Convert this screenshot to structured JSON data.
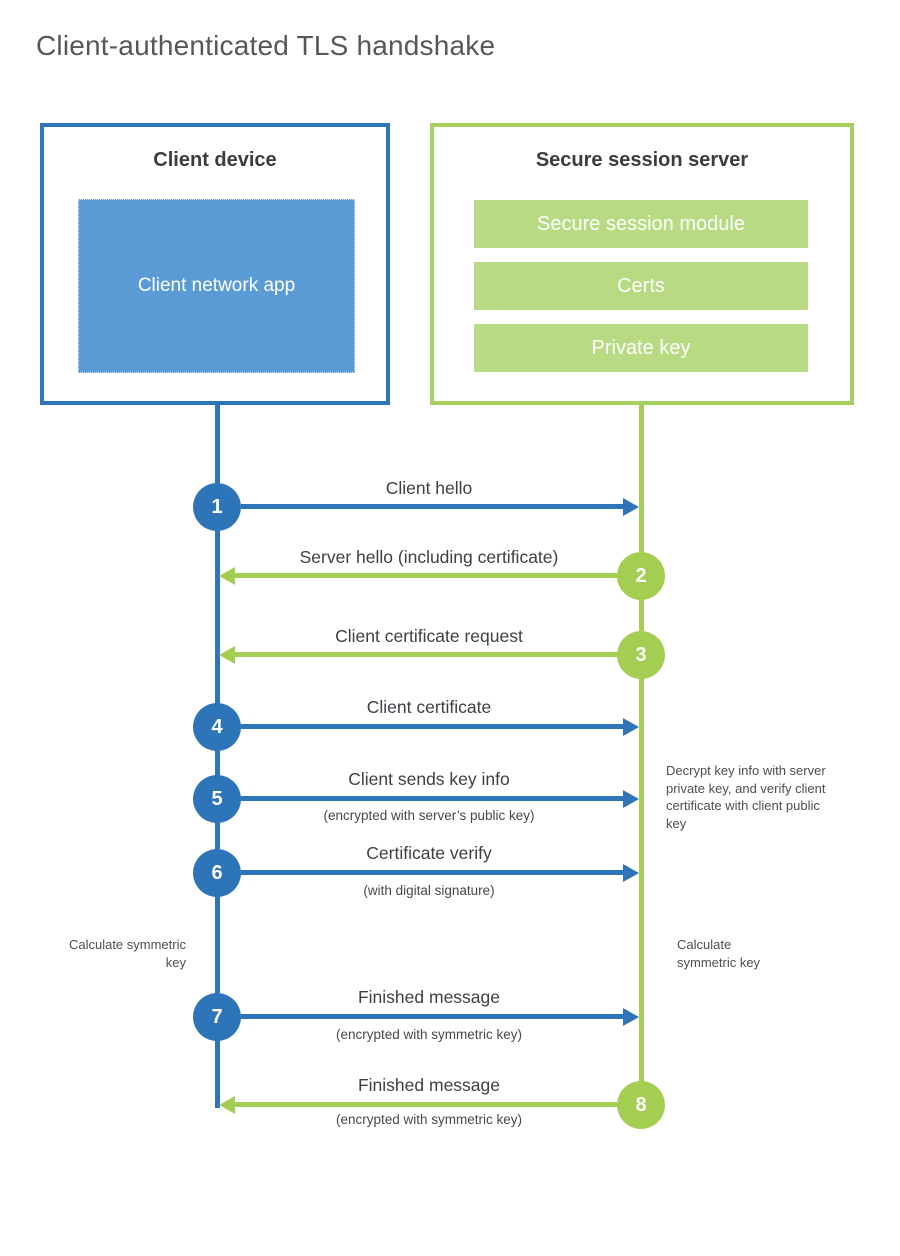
{
  "page": {
    "title": "Client-authenticated TLS handshake"
  },
  "client_box": {
    "heading": "Client device",
    "app_label": "Client network app"
  },
  "server_box": {
    "heading": "Secure session server",
    "modules": [
      "Secure session module",
      "Certs",
      "Private key"
    ]
  },
  "steps": [
    {
      "num": "1",
      "label": "Client hello",
      "direction": "right",
      "color": "blue"
    },
    {
      "num": "2",
      "label": "Server hello (including certificate)",
      "direction": "left",
      "color": "green"
    },
    {
      "num": "3",
      "label": "Client certificate request",
      "direction": "left",
      "color": "green"
    },
    {
      "num": "4",
      "label": "Client certificate",
      "direction": "right",
      "color": "blue"
    },
    {
      "num": "5",
      "label": "Client sends key info",
      "sub": "(encrypted with server’s public key)",
      "direction": "right",
      "color": "blue"
    },
    {
      "num": "6",
      "label": "Certificate verify",
      "sub": "(with digital signature)",
      "direction": "right",
      "color": "blue"
    },
    {
      "num": "7",
      "label": "Finished message",
      "sub": "(encrypted with symmetric key)",
      "direction": "right",
      "color": "blue"
    },
    {
      "num": "8",
      "label": "Finished message",
      "sub": "(encrypted with symmetric key)",
      "direction": "left",
      "color": "green"
    }
  ],
  "annotations": {
    "decrypt_note": "Decrypt key info with server private key, and verify client certificate with client public key",
    "calculate_left": "Calculate symmetric key",
    "calculate_right": "Calculate symmetric key"
  },
  "colors": {
    "client_blue": "#2e74b8",
    "client_fill_blue": "#5b9bd5",
    "server_green": "#a4ce52",
    "server_border_green": "#a6d15e",
    "server_fill_green": "#b7da83"
  }
}
